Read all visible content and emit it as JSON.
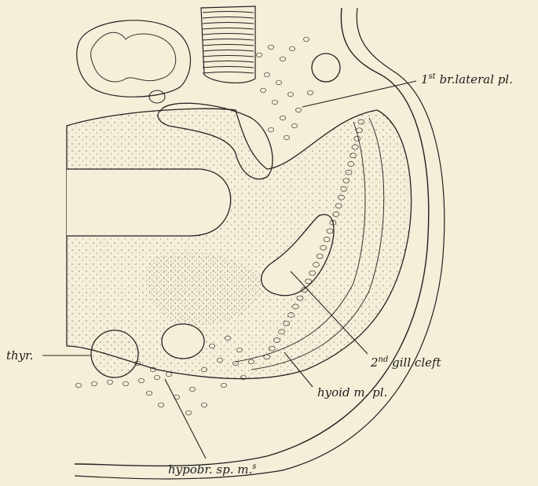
{
  "labels": {
    "lateral_plate": {
      "pre": "1",
      "sup": "st",
      "post": " br.lateral pl."
    },
    "gill_cleft": {
      "pre": "2",
      "sup": "nd",
      "post": " gill cleft"
    },
    "thyroid": {
      "text": "thyr."
    },
    "hyoid": {
      "text": "hyoid m. pl."
    },
    "hypobranchial": {
      "text": "hypobr. sp. m.",
      "sup": "s"
    }
  },
  "colors": {
    "paper": "#f5eed8",
    "ink": "#1d1d1d",
    "tissue": "#e9e2ca"
  }
}
